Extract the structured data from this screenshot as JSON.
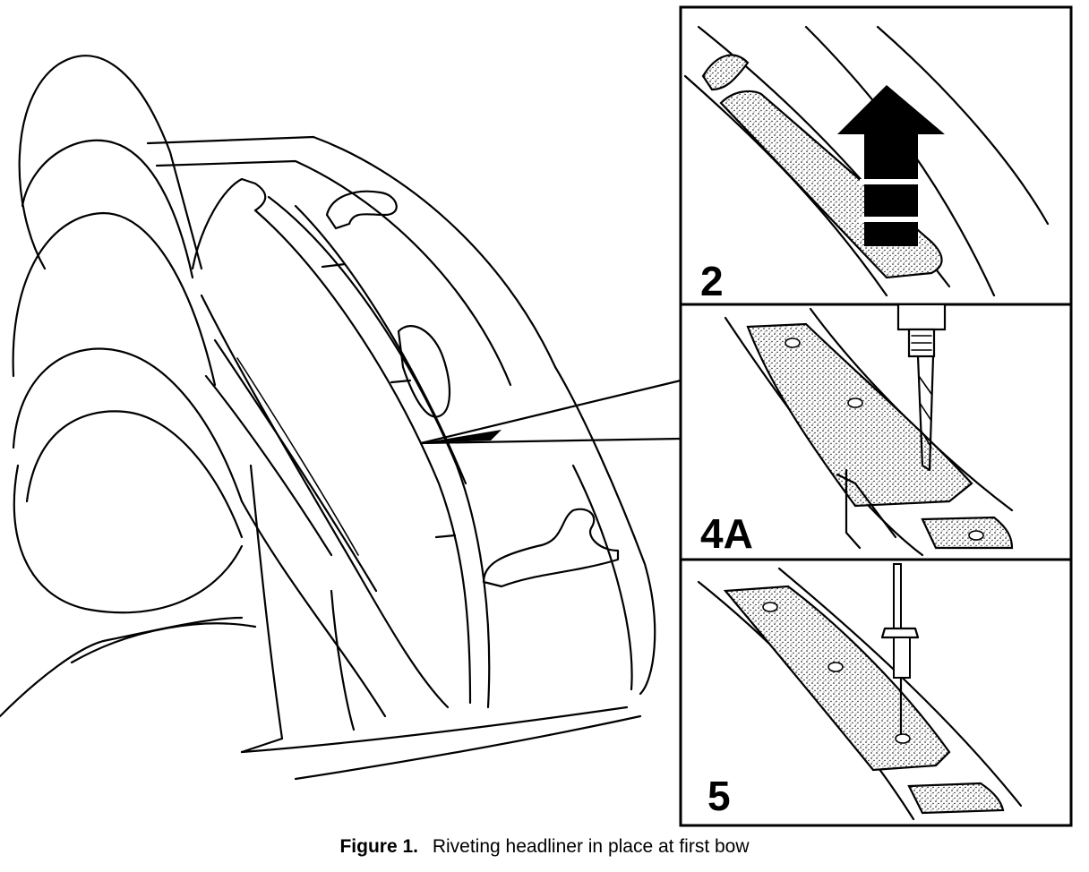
{
  "panels": [
    {
      "label": "2"
    },
    {
      "label": "4A"
    },
    {
      "label": "5"
    }
  ],
  "caption": {
    "figure_number": "Figure 1.",
    "text": "Riveting headliner in place at first bow"
  }
}
